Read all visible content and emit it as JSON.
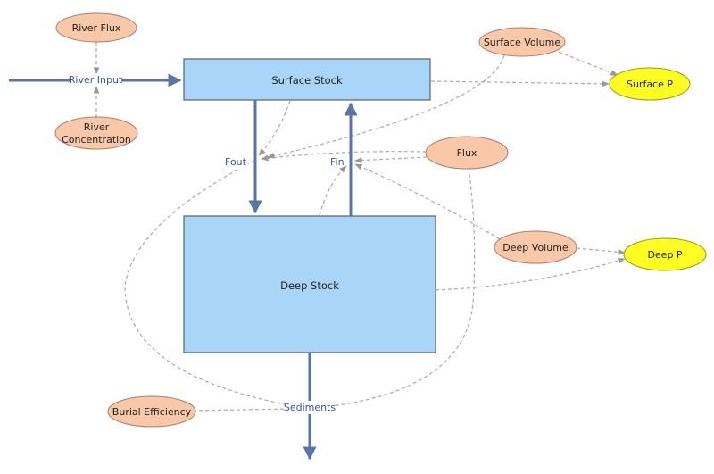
{
  "colors": {
    "stock_fill": "#a8d5f8",
    "aux_fill": "#f8c8a8",
    "output_fill": "#fdfd22",
    "flow_stroke": "#5874a8",
    "link_stroke": "#a9a9a9"
  },
  "stocks": {
    "surface": "Surface Stock",
    "deep": "Deep Stock"
  },
  "variables": {
    "river_flux": "River Flux",
    "river_concentration_line1": "River",
    "river_concentration_line2": "Concentration",
    "surface_volume": "Surface Volume",
    "surface_p": "Surface P",
    "flux": "Flux",
    "deep_volume": "Deep Volume",
    "deep_p": "Deep P",
    "burial_efficiency": "Burial Efficiency"
  },
  "flows": {
    "river_input": "River Input",
    "fout": "Fout",
    "fin": "Fin",
    "sediments": "Sediments"
  }
}
